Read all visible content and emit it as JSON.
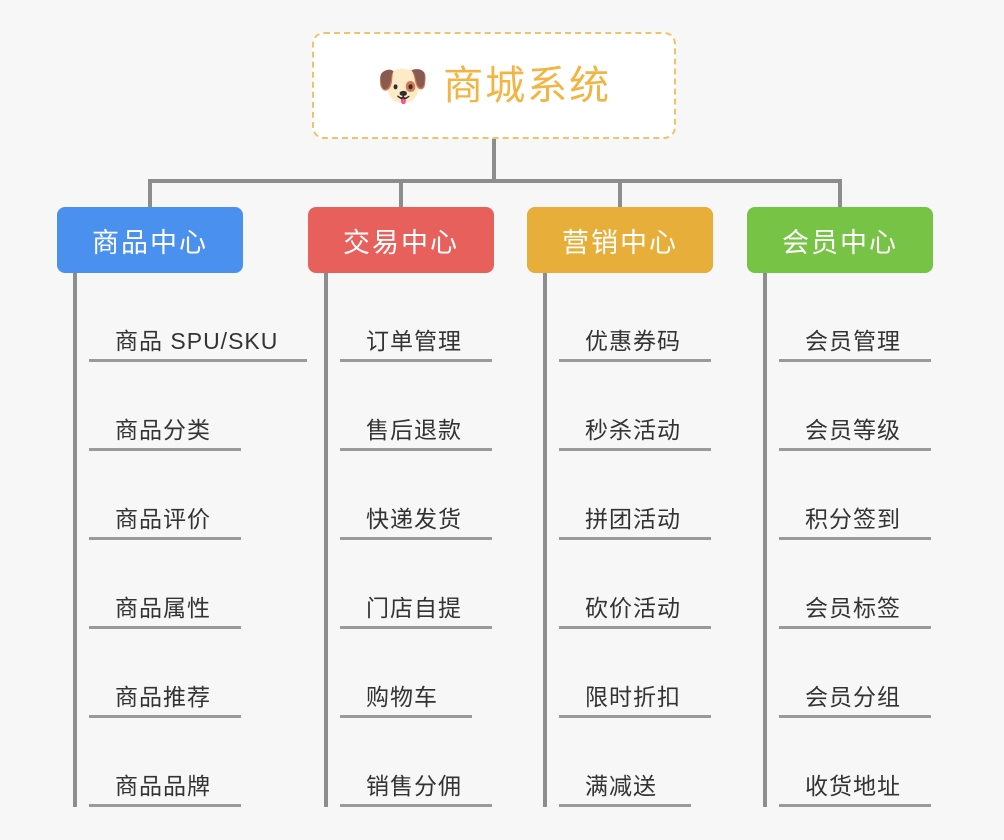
{
  "root": {
    "icon": "dog-face-icon",
    "icon_glyph": "🐶",
    "title": "商城系统",
    "title_color": "#f2b544",
    "border_color": "#f0c269",
    "background": "#ffffff"
  },
  "canvas": {
    "background": "#f7f7f7",
    "connector_color": "#8d8d8d",
    "leaf_line_color": "#9a9a9a",
    "leaf_text_color": "#333333"
  },
  "columns": [
    {
      "id": "product-center",
      "label": "商品中心",
      "color": "#4a90ef",
      "items": [
        {
          "label": "商品 SPU/SKU",
          "width": "xl"
        },
        {
          "label": "商品分类",
          "width": "md"
        },
        {
          "label": "商品评价",
          "width": "md"
        },
        {
          "label": "商品属性",
          "width": "md"
        },
        {
          "label": "商品推荐",
          "width": "md"
        },
        {
          "label": "商品品牌",
          "width": "md"
        }
      ]
    },
    {
      "id": "trade-center",
      "label": "交易中心",
      "color": "#e8605b",
      "items": [
        {
          "label": "订单管理",
          "width": "md"
        },
        {
          "label": "售后退款",
          "width": "md"
        },
        {
          "label": "快递发货",
          "width": "md"
        },
        {
          "label": "门店自提",
          "width": "md"
        },
        {
          "label": "购物车",
          "width": "sm"
        },
        {
          "label": "销售分佣",
          "width": "md"
        }
      ]
    },
    {
      "id": "marketing-center",
      "label": "营销中心",
      "color": "#e8ae3a",
      "items": [
        {
          "label": "优惠券码",
          "width": "md"
        },
        {
          "label": "秒杀活动",
          "width": "md"
        },
        {
          "label": "拼团活动",
          "width": "md"
        },
        {
          "label": "砍价活动",
          "width": "md"
        },
        {
          "label": "限时折扣",
          "width": "md"
        },
        {
          "label": "满减送",
          "width": "sm"
        }
      ]
    },
    {
      "id": "member-center",
      "label": "会员中心",
      "color": "#76c346",
      "items": [
        {
          "label": "会员管理",
          "width": "md"
        },
        {
          "label": "会员等级",
          "width": "md"
        },
        {
          "label": "积分签到",
          "width": "md"
        },
        {
          "label": "会员标签",
          "width": "md"
        },
        {
          "label": "会员分组",
          "width": "md"
        },
        {
          "label": "收货地址",
          "width": "md"
        }
      ]
    }
  ]
}
